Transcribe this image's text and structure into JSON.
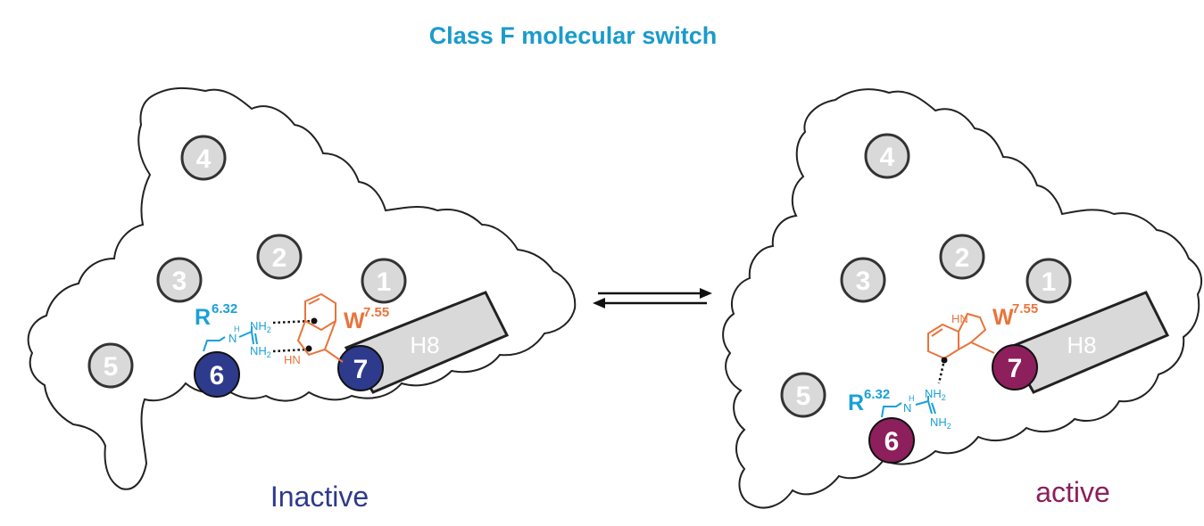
{
  "title": "Class F molecular switch",
  "colors": {
    "title": "#1a9bcc",
    "helix_fill": "#d9d9d9",
    "inactive": "#2e3a8c",
    "active": "#8c1f5c",
    "arginine": "#1aa0d8",
    "tryptophan": "#e8743b",
    "h8_fill": "#d9d9d9"
  },
  "left": {
    "state_label": "Inactive",
    "helices": [
      "4",
      "2",
      "3",
      "1",
      "5"
    ],
    "tm6": "6",
    "tm7": "7",
    "h8": "H8",
    "arg": {
      "letter": "R",
      "sup": "6.32",
      "nh2_top": "NH",
      "nh2_sub": "2",
      "nh_h": "H",
      "nh_n": "N",
      "nh2_bot": "NH",
      "nh2_bot_sub": "2"
    },
    "trp": {
      "letter": "W",
      "sup": "7.55",
      "hn": "HN"
    }
  },
  "right": {
    "state_label": "active",
    "helices": [
      "4",
      "2",
      "3",
      "1",
      "5"
    ],
    "tm6": "6",
    "tm7": "7",
    "h8": "H8",
    "arg": {
      "letter": "R",
      "sup": "6.32",
      "nh2_top": "NH",
      "nh2_sub": "2",
      "nh_h": "H",
      "nh_n": "N",
      "nh2_bot": "NH",
      "nh2_bot_sub": "2"
    },
    "trp": {
      "letter": "W",
      "sup": "7.55",
      "hn": "HN"
    }
  },
  "equilibrium_icon": "equilibrium-arrows-icon"
}
